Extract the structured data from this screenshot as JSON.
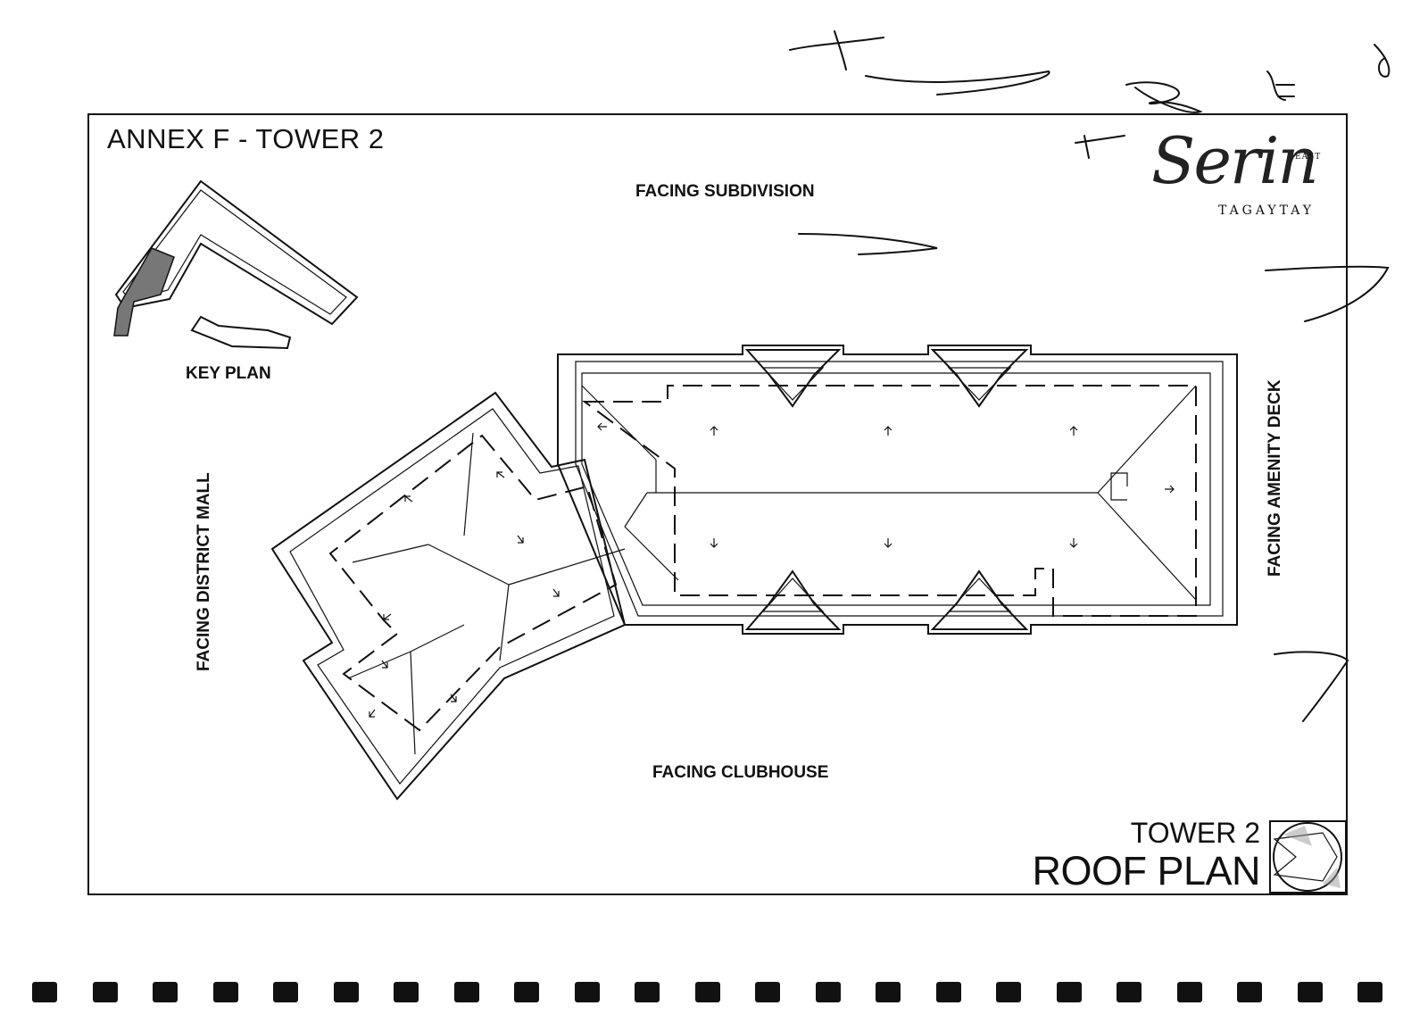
{
  "document": {
    "annex_title": "ANNEX F - TOWER 2",
    "facing_top": "FACING SUBDIVISION",
    "facing_bottom": "FACING CLUBHOUSE",
    "facing_left": "FACING DISTRICT MALL",
    "facing_right": "FACING AMENITY DECK",
    "key_plan_label": "KEY PLAN",
    "tower_label": "TOWER 2",
    "plan_label": "ROOF PLAN"
  },
  "brand": {
    "name": "Serin",
    "qualifier": "EAST",
    "city": "TAGAYTAY"
  },
  "colors": {
    "ink": "#111111",
    "paper": "#ffffff"
  },
  "icons": [
    "north-arrow-icon",
    "brand-logo-icon"
  ]
}
